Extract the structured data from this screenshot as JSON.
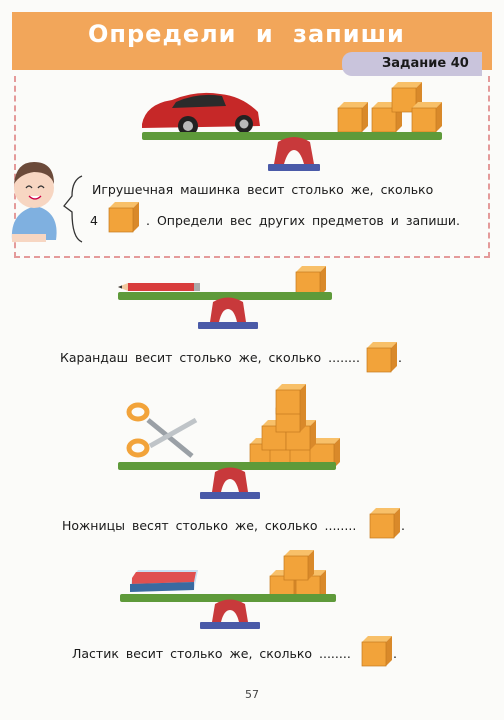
{
  "header": {
    "title": "Определи и запиши",
    "task_label": "Задание 40",
    "bg_color": "#f2a65a",
    "badge_color": "#c9c4dc"
  },
  "intro": {
    "line1": "Игрушечная машинка весит столько же, сколько",
    "count": "4",
    "line2": ". Определи вес других предметов и запиши."
  },
  "exercises": [
    {
      "sentence": "Карандаш весит столько же, сколько",
      "dots": "........",
      "end": "."
    },
    {
      "sentence": "Ножницы весят столько же, сколько",
      "dots": "........",
      "end": "."
    },
    {
      "sentence": "Ластик весит столько же, сколько",
      "dots": "........",
      "end": "."
    }
  ],
  "colors": {
    "cube": "#f2a33a",
    "beam": "#5e9a3a",
    "stand": "#c8393b",
    "base": "#4a5aa8"
  },
  "page_number": "57"
}
